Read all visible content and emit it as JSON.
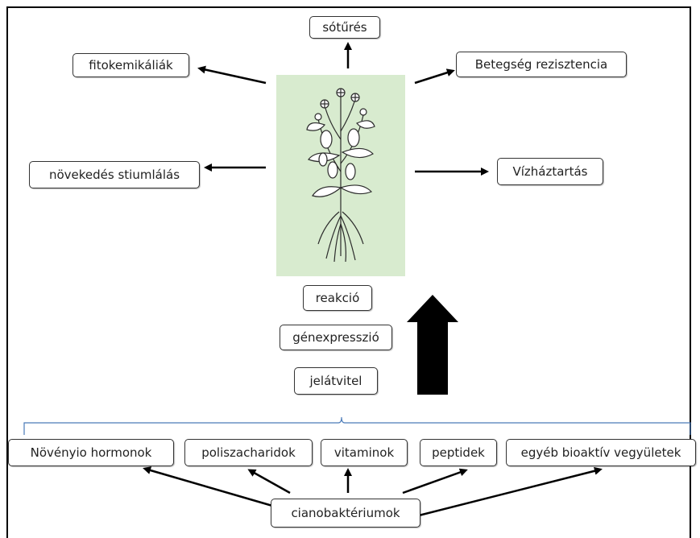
{
  "effects": {
    "salt_tolerance": "sótűrés",
    "phytochemicals": "fitokemikáliák",
    "disease_resistance": "Betegség rezisztencia",
    "growth_stimulation": "növekedés stiumlálás",
    "water_balance": "Vízháztartás"
  },
  "mechanism": {
    "reaction": "reakció",
    "gene_expression": "génexpresszió",
    "signal_transduction": "jelátvitel"
  },
  "compounds": [
    "Növényio hormonok",
    "poliszacharidok",
    "vitaminok",
    "peptidek",
    "egyéb bioaktív vegyületek"
  ],
  "source": "cianobaktériumok",
  "colors": {
    "plant_background": "#d8ebcf",
    "brace": "#4a7ab8",
    "arrows": "#000000"
  }
}
